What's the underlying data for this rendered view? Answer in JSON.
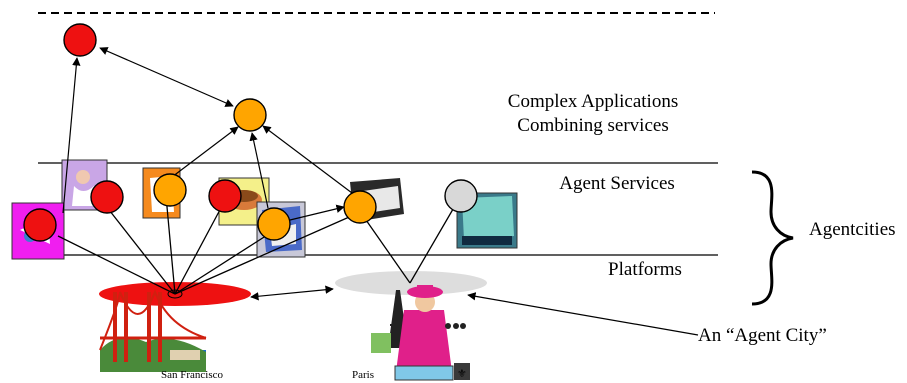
{
  "labels": {
    "complex_line1": "Complex Applications",
    "complex_line2": "Combining services",
    "agent_services": "Agent Services",
    "platforms": "Platforms",
    "agentcities": "Agentcities",
    "agent_city": "An “Agent City”",
    "san_francisco": "San Francisco",
    "paris": "Paris"
  },
  "colors": {
    "red_node": "#ee1111",
    "orange_node": "#ffa500",
    "grey_node": "#d8d8d8",
    "sf_platform": "#ee1111",
    "paris_platform": "#dddddd"
  }
}
